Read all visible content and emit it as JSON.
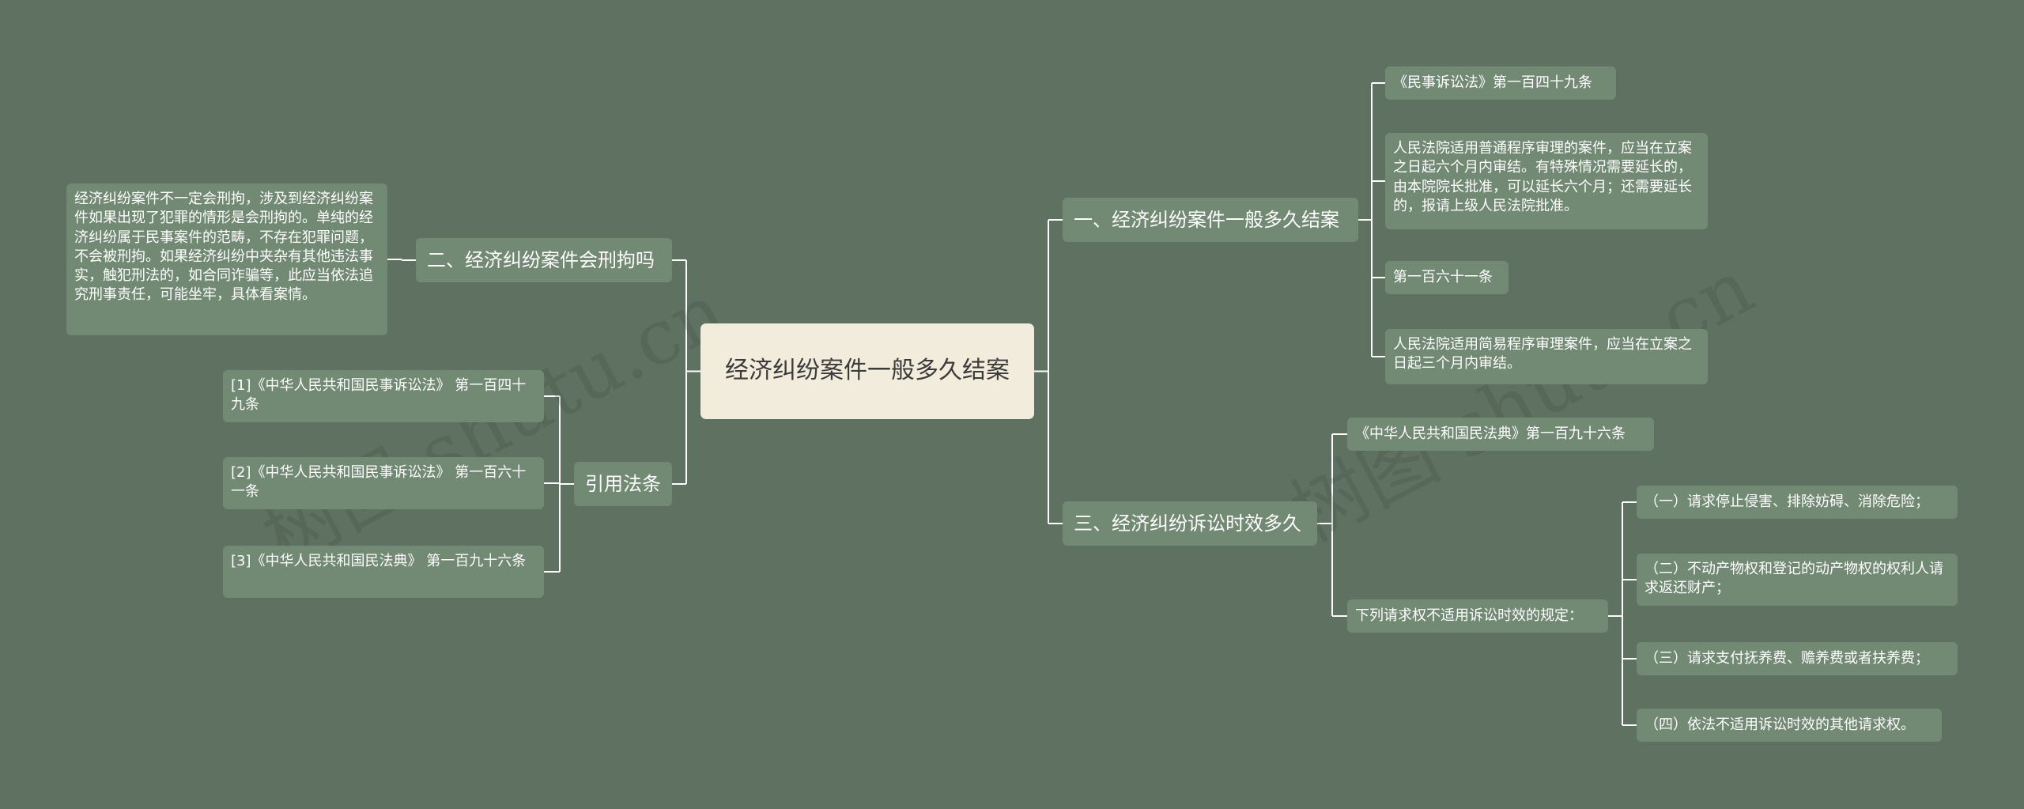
{
  "root": {
    "title": "经济纠纷案件一般多久结案"
  },
  "branches": {
    "b1": {
      "label": "一、经济纠纷案件一般多久结案",
      "children": [
        "《民事诉讼法》第一百四十九条",
        "人民法院适用普通程序审理的案件，应当在立案之日起六个月内审结。有特殊情况需要延长的，由本院院长批准，可以延长六个月；还需要延长的，报请上级人民法院批准。",
        "第一百六十一条",
        "人民法院适用简易程序审理案件，应当在立案之日起三个月内审结。"
      ]
    },
    "b2": {
      "label": "二、经济纠纷案件会刑拘吗",
      "children": [
        "经济纠纷案件不一定会刑拘，涉及到经济纠纷案件如果出现了犯罪的情形是会刑拘的。单纯的经济纠纷属于民事案件的范畴，不存在犯罪问题，不会被刑拘。如果经济纠纷中夹杂有其他违法事实，触犯刑法的，如合同诈骗等，此应当依法追究刑事责任，可能坐牢，具体看案情。"
      ]
    },
    "b3": {
      "label": "三、经济纠纷诉讼时效多久",
      "children": [
        "《中华人民共和国民法典》第一百九十六条",
        "下列请求权不适用诉讼时效的规定："
      ],
      "sub": [
        "（一）请求停止侵害、排除妨碍、消除危险；",
        "（二）不动产物权和登记的动产物权的权利人请求返还财产；",
        "（三）请求支付抚养费、赡养费或者扶养费；",
        "（四）依法不适用诉讼时效的其他请求权。"
      ]
    },
    "b4": {
      "label": "引用法条",
      "children": [
        "[1]《中华人民共和国民事诉讼法》 第一百四十九条",
        "[2]《中华人民共和国民事诉讼法》 第一百六十一条",
        "[3]《中华人民共和国民法典》 第一百九十六条"
      ]
    }
  },
  "watermark": [
    "树图 shutu.cn",
    "树图 shutu.cn"
  ],
  "colors": {
    "background": "#5f7262",
    "node": "#728a74",
    "root": "#f2ecdc",
    "line": "#ffffff"
  }
}
